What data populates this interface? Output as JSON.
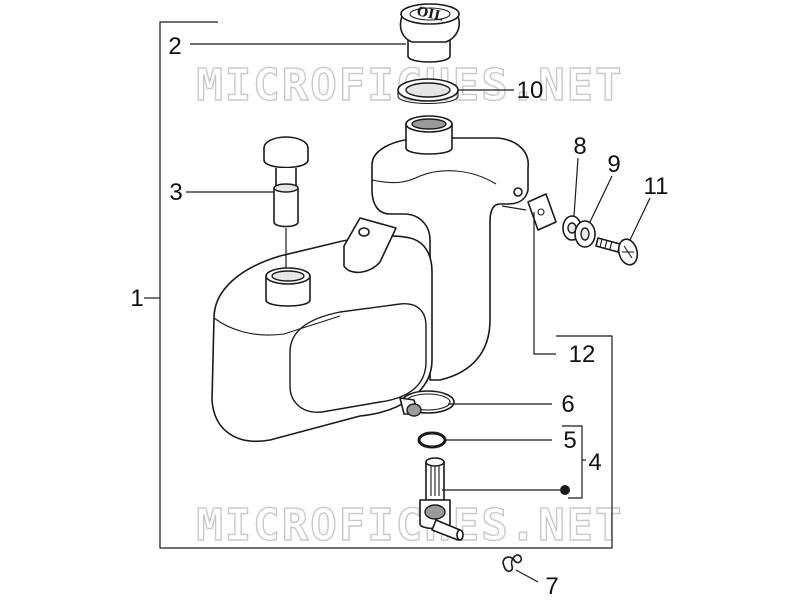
{
  "watermark": {
    "text": "MICROFICHES.NET",
    "color": "#c9c9c9"
  },
  "oil_cap_text": "OIL",
  "callouts": {
    "c1": "1",
    "c2": "2",
    "c3": "3",
    "c4": "4",
    "c5": "5",
    "c6": "6",
    "c7": "7",
    "c8": "8",
    "c9": "9",
    "c10": "10",
    "c11": "11",
    "c12": "12"
  },
  "colors": {
    "line": "#1a1a1a",
    "background": "#ffffff",
    "watermark_outline": "#c9c9c9"
  }
}
